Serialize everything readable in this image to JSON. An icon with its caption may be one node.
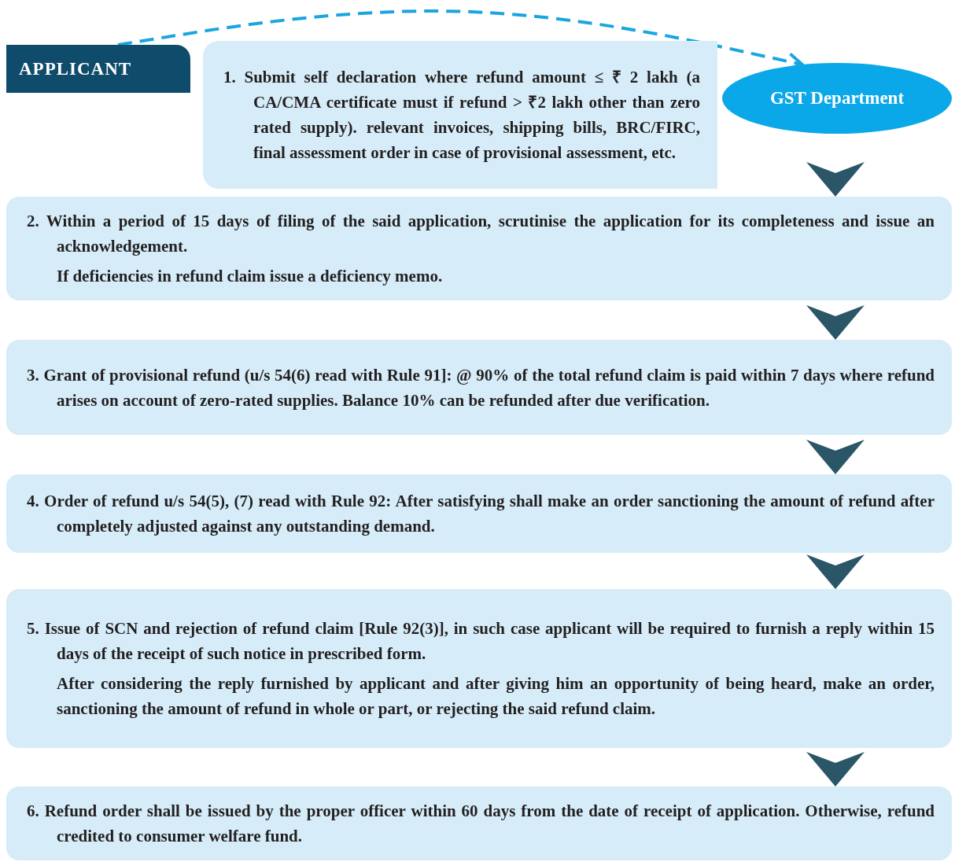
{
  "diagram": {
    "nodes": [
      {
        "text": [
          "APPLICANT"
        ]
      },
      {
        "text": [
          "1. Submit self declaration where refund amount ≤ ₹ 2 lakh (a CA/CMA certificate must if refund > ₹2 lakh other than zero rated supply). relevant invoices, shipping bills, BRC/FIRC, final assessment order in case of provisional assessment, etc."
        ]
      },
      {
        "text": [
          "GST Department"
        ]
      },
      {
        "text": [
          "2. Within  a period of 15 days of filing of the said application, scrutinise the application for its completeness and issue an acknowledgement.",
          "If deficiencies in refund claim issue a deficiency memo."
        ]
      },
      {
        "text": [
          "3. Grant of provisional refund (u/s 54(6) read with Rule 91]: @ 90% of the total refund claim is paid within 7 days where refund arises on account of zero-rated supplies. Balance 10% can be refunded after due verification."
        ]
      },
      {
        "text": [
          "4. Order of refund u/s 54(5), (7) read with Rule 92: After satisfying shall make an order sanctioning the amount of refund after completely adjusted against any outstanding demand."
        ]
      },
      {
        "text": [
          "5. Issue of SCN and rejection of refund claim [Rule 92(3)], in such case applicant will be required to furnish a reply within 15 days of the receipt of such notice in prescribed form.",
          "After considering the reply furnished by applicant and after giving him an opportunity of being heard, make an order, sanctioning the amount of refund in whole or part, or rejecting the said refund claim."
        ]
      },
      {
        "text": [
          "6. Refund order shall be issued by the proper officer within 60 days from the date of receipt of application. Otherwise, refund credited to consumer welfare fund."
        ]
      }
    ],
    "edges": [
      {
        "from": 0,
        "to": 2,
        "arrow": "to",
        "style": "dashed",
        "color": "#1ba5e0"
      },
      {
        "from": 2,
        "to": 3,
        "arrow": "to",
        "style": "thick"
      },
      {
        "from": 3,
        "to": 4,
        "arrow": "to",
        "style": "thick"
      },
      {
        "from": 4,
        "to": 5,
        "arrow": "to",
        "style": "thick"
      },
      {
        "from": 5,
        "to": 6,
        "arrow": "to",
        "style": "thick"
      },
      {
        "from": 6,
        "to": 7,
        "arrow": "to",
        "style": "thick"
      }
    ]
  }
}
